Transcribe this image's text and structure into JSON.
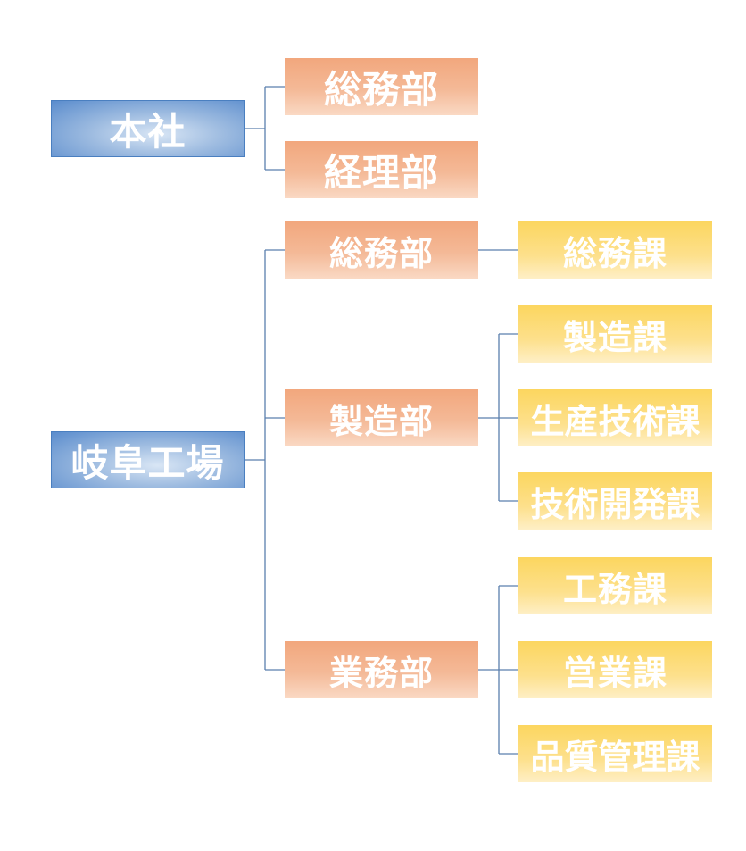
{
  "chart": {
    "honsha": {
      "label": "本社",
      "departments": [
        {
          "label": "総務部"
        },
        {
          "label": "経理部"
        }
      ]
    },
    "gifu": {
      "label": "岐阜工場",
      "departments": [
        {
          "label": "総務部",
          "sections": [
            {
              "label": "総務課"
            }
          ]
        },
        {
          "label": "製造部",
          "sections": [
            {
              "label": "製造課"
            },
            {
              "label": "生産技術課"
            },
            {
              "label": "技術開発課"
            }
          ]
        },
        {
          "label": "業務部",
          "sections": [
            {
              "label": "工務課"
            },
            {
              "label": "営業課"
            },
            {
              "label": "品質管理課"
            }
          ]
        }
      ]
    }
  },
  "colors": {
    "root_box": "#5a8ccd",
    "department_box": "#f2a77d",
    "section_box": "#fcd65f",
    "connector": "#5b7fae",
    "text": "#ffffff"
  }
}
